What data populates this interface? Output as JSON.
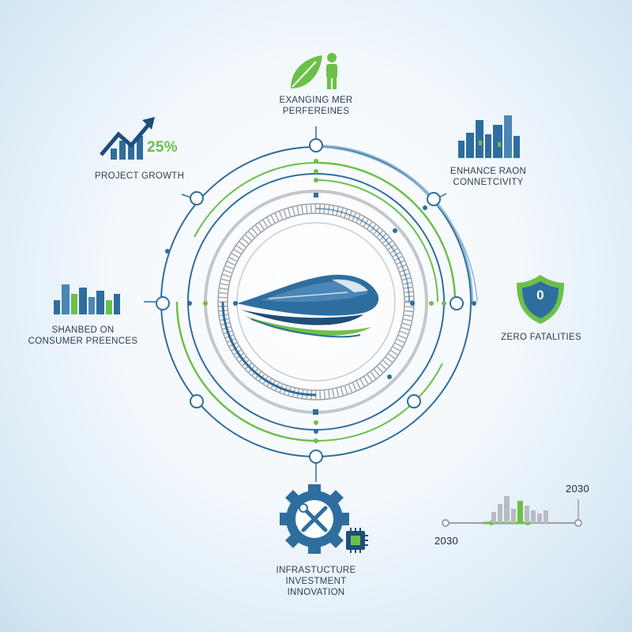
{
  "labels": {
    "top": [
      "EXANGING MER",
      "PERFEREINES"
    ],
    "growth_value": "25%",
    "growth": "PROJECT GROWTH",
    "connectivity": [
      "ENHANCE RAON",
      "CONNETCIVITY"
    ],
    "consumer": [
      "SHANBED ON",
      "CONSUMER PREENCES"
    ],
    "safety": "ZERO FATALITIES",
    "safety_badge": "0",
    "infrastructure": [
      "INFRASTUCTURE INVESTMENT",
      "INNOVATION"
    ],
    "timeline_top": "2030",
    "timeline_bottom": "2030"
  },
  "colors": {
    "blue": "#2e6e9e",
    "dark_blue": "#1f4e79",
    "green": "#6cc04a",
    "grey": "#b8bcc0"
  },
  "icons": [
    "leaf-icon",
    "person-icon",
    "growth-chart-icon",
    "city-icon",
    "shield-icon",
    "gear-wrench-icon",
    "chip-icon",
    "train-icon"
  ]
}
